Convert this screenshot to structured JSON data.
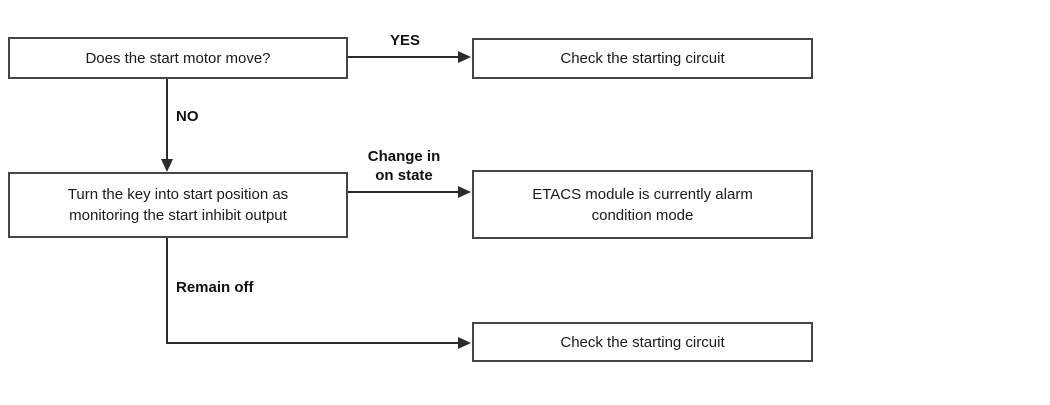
{
  "flowchart": {
    "nodes": {
      "start_motor_question": "Does the start motor move?",
      "check_starting_circuit_1": "Check the starting circuit",
      "turn_key_instruction": "Turn the key into start position as\nmonitoring the start inhibit output",
      "etacs_alarm_result": "ETACS module is currently alarm\ncondition mode",
      "check_starting_circuit_2": "Check the starting circuit"
    },
    "edge_labels": {
      "yes": "YES",
      "no": "NO",
      "change_in_on_state": "Change in\non state",
      "remain_off": "Remain off"
    },
    "colors": {
      "background": "#ffffff",
      "line": "#2b2b2b",
      "box_border": "#454545",
      "text": "#1a1a1a"
    }
  }
}
